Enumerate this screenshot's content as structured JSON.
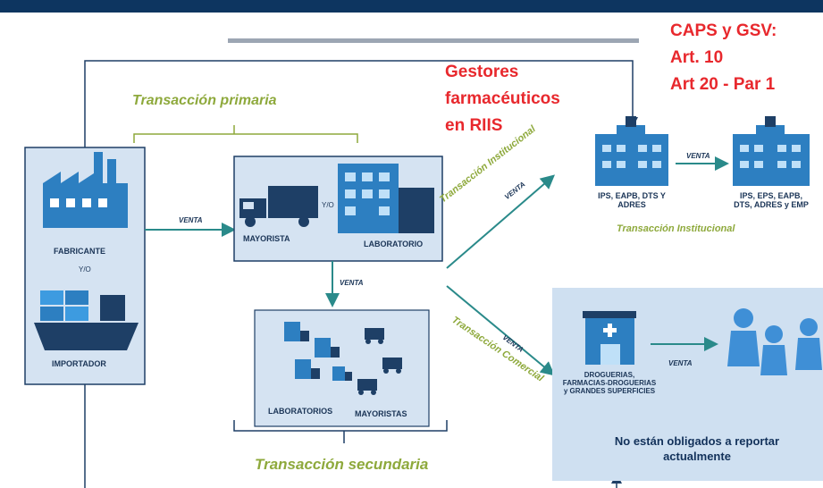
{
  "overlay": {
    "gestores": [
      "Gestores",
      "farmacéuticos",
      "en RIIS"
    ],
    "caps": [
      "CAPS y GSV:",
      "Art. 10",
      "Art 20 - Par 1"
    ]
  },
  "labels": {
    "transaccion_primaria": "Transacción primaria",
    "transaccion_secundaria": "Transacción secundaria",
    "transaccion_institucional_diag": "Transacción Institucional",
    "transaccion_institucional": "Transacción Institucional",
    "transaccion_comercial": "Transacción Comercial",
    "fabricante": "FABRICANTE",
    "yo_1": "Y/O",
    "importador": "IMPORTADOR",
    "mayorista": "MAYORISTA",
    "yo_2": "Y/O",
    "laboratorio": "LABORATORIO",
    "laboratorios": "LABORATORIOS",
    "mayoristas": "MAYORISTAS",
    "ips_1": [
      "IPS, EAPB, DTS Y",
      "ADRES"
    ],
    "ips_2": [
      "IPS, EPS, EAPB,",
      "DTS, ADRES y EMP"
    ],
    "droguerias": [
      "DROGUERIAS,",
      "FARMACIAS-DROGUERIAS",
      "y GRANDES SUPERFICIES"
    ],
    "no_obligados": [
      "No están obligados a reportar",
      "actualmente"
    ],
    "venta": [
      "VENTA",
      "VENTA",
      "VENTA",
      "VENTA",
      "VENTA",
      "VENTA"
    ]
  },
  "colors": {
    "header_bar": "#0d3560",
    "box_fill": "#d5e3f2",
    "box_stroke": "#1e3f66",
    "arrow": "#2a8a8a",
    "accent_red": "#e8282d",
    "accent_green": "#8ea93c",
    "building": "#2d7fc1",
    "person": "#3f8fd6"
  }
}
